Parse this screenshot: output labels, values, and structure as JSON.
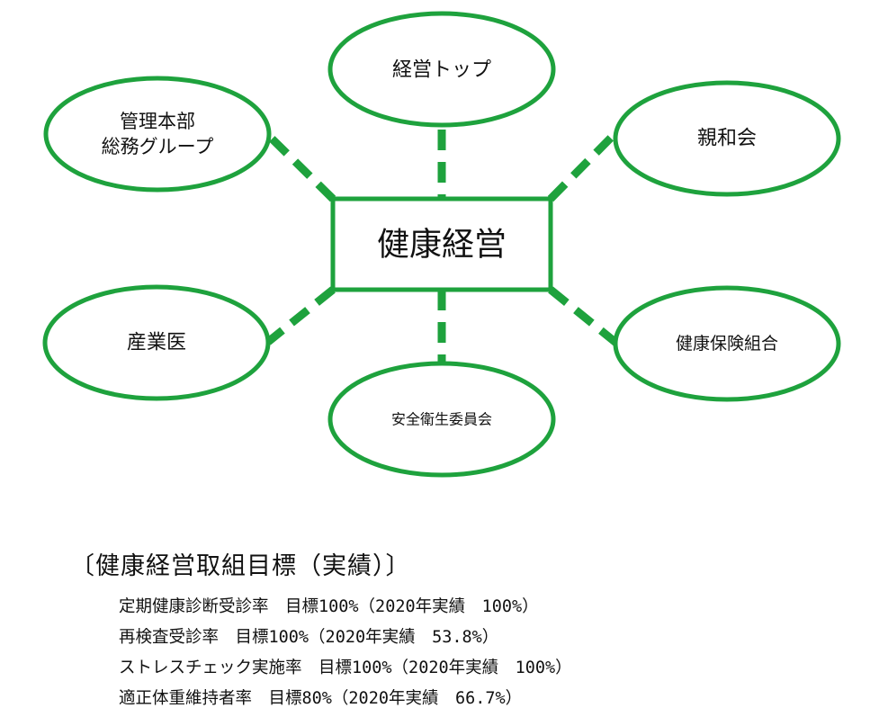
{
  "diagram": {
    "stroke_color": "#1ea23d",
    "center": {
      "label": "健康経営"
    },
    "nodes": [
      {
        "key": "top",
        "label": "経営トップ"
      },
      {
        "key": "topright",
        "label": "親和会"
      },
      {
        "key": "bottomright",
        "label": "健康保険組合"
      },
      {
        "key": "bottom",
        "label": "安全衛生委員会"
      },
      {
        "key": "bottomleft",
        "label": "産業医"
      },
      {
        "key": "topleft",
        "line1": "管理本部",
        "line2": "総務グループ"
      }
    ]
  },
  "goals": {
    "title": "〔健康経営取組目標（実績）〕",
    "items": [
      "定期健康診断受診率　目標100%（2020年実績　100%）",
      "再検査受診率　目標100%（2020年実績　53.8%）",
      "ストレスチェック実施率　目標100%（2020年実績　100%）",
      "適正体重維持者率　目標80%（2020年実績　66.7%）"
    ]
  }
}
